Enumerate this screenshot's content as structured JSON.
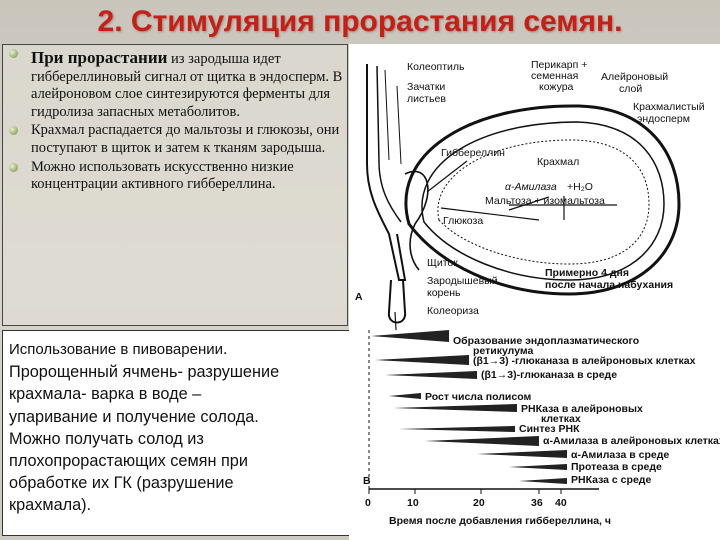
{
  "title": "2. Стимуляция прорастания семян.",
  "bullets": [
    {
      "lead": "При прорастании",
      "text": " из зародыша идет гиббереллиновый сигнал от щитка в эндосперм. В алейроновом слое синтезируются ферменты для гидролиза запасных метаболитов."
    },
    {
      "lead": "",
      "text": "Крахмал распадается до мальтозы и глюкозы, они поступают в щиток и затем к тканям зародыша."
    },
    {
      "lead": "",
      "text": " Можно использовать искусственно низкие концентрации активного гиббереллина."
    }
  ],
  "usage": {
    "heading": "Использование в пивоварении",
    "heading_suffix": ".",
    "lines": [
      "Пророщенный ячмень- разрушение",
      "крахмала- варка в воде –",
      "упаривание и получение солода.",
      "Можно получать солод из",
      "плохопрорастающих семян при",
      "обработке их ГК (разрушение",
      "крахмала)."
    ]
  },
  "figure": {
    "panel_a": "A",
    "panel_b": "B",
    "seed_labels": {
      "coleoptile": "Колеоптиль",
      "pericarp": "Перикарп +",
      "seed_coat": "семенная",
      "seed_coat2": "кожура",
      "leaf1": "Зачатки",
      "leaf2": "листьев",
      "aleurone1": "Алейроновый",
      "aleurone2": "слой",
      "starchy1": "Крахмалистый",
      "starchy2": "эндосперм",
      "gibberellin": "Гиббереллин",
      "starch": "Крахмал",
      "amylase": "α-Амилаза",
      "h2o": "+H₂O",
      "maltose": "Мальтоза + изомальтоза",
      "glucose": "Глюкоза",
      "scutellum": "Щиток",
      "root1": "Зародышевый",
      "root2": "корень",
      "coleorhiza": "Колеориза",
      "days1": "Примерно 4 дня",
      "days2": "после начала набухания"
    },
    "timeline": [
      {
        "label": "Образование эндоплазматического",
        "label2": "ретикулума"
      },
      {
        "label": "(β1→3) -глюканаза в алейроновых клетках",
        "label2": ""
      },
      {
        "label": "(β1→3)-глюканаза в среде",
        "label2": ""
      },
      {
        "label": "Рост числа полисом",
        "label2": ""
      },
      {
        "label": "РНКаза в алейроновых",
        "label2": "клетках"
      },
      {
        "label": "Синтез РНК",
        "label2": ""
      },
      {
        "label": "α-Амилаза в алейроновых клетках",
        "label2": ""
      },
      {
        "label": "α-Амилаза в среде",
        "label2": ""
      },
      {
        "label": "Протеаза в среде",
        "label2": ""
      },
      {
        "label": "РНКаза с среде",
        "label2": ""
      }
    ],
    "axis_ticks": [
      "0",
      "10",
      "20",
      "36",
      "40"
    ],
    "axis_label": "Время после добавления гиббереллина, ч"
  }
}
